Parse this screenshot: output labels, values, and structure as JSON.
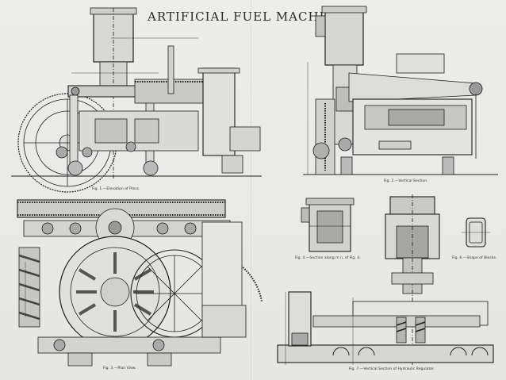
{
  "title": "ARTIFICIAL FUEL MACHINERY",
  "figures": [
    {
      "id": "fig1",
      "caption": "Fig. 1.—Elevation of Press."
    },
    {
      "id": "fig2",
      "caption": "Fig. 2.—Vertical Section."
    },
    {
      "id": "fig3",
      "caption": "Fig. 3.—Plan View."
    },
    {
      "id": "fig4",
      "caption": "Fig. 4.—Section along m n, of Fig. 4."
    },
    {
      "id": "fig5",
      "caption": "Fig. 6.—Shape of Blocks."
    },
    {
      "id": "fig6",
      "caption": "Fig. 7.—Vertical Section of Hydraulic Regulator."
    }
  ]
}
